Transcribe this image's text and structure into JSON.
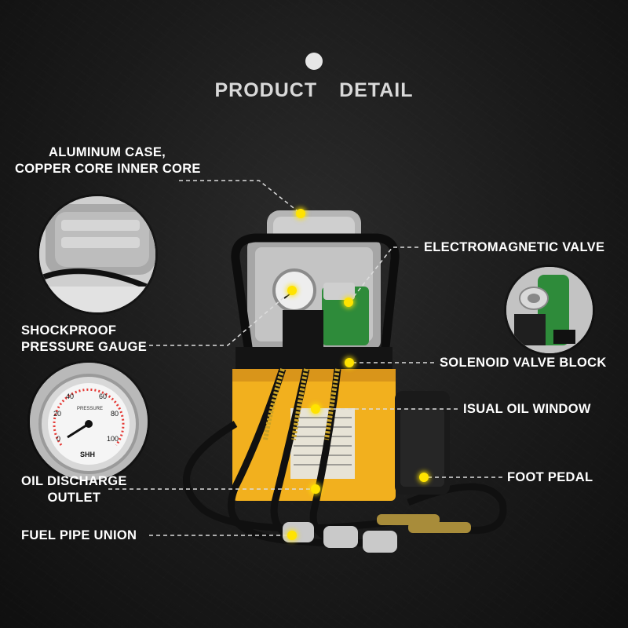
{
  "header": {
    "title_word1": "PRODUCT",
    "title_word2": "DETAIL"
  },
  "labels": {
    "aluminum_case_line1": "ALUMINUM CASE,",
    "aluminum_case_line2": "COPPER CORE INNER CORE",
    "electromagnetic_valve": "ELECTROMAGNETIC VALVE",
    "shockproof_line1": "SHOCKPROOF",
    "shockproof_line2": "PRESSURE GAUGE",
    "solenoid_valve_block": "SOLENOID VALVE BLOCK",
    "oil_window": "ISUAL OIL WINDOW",
    "oil_discharge_line1": "OIL DISCHARGE",
    "oil_discharge_line2": "OUTLET",
    "foot_pedal": "FOOT PEDAL",
    "fuel_pipe_union": "FUEL PIPE UNION"
  },
  "gauge": {
    "brand": "SHH",
    "unit": "PRESSURE",
    "ticks": [
      "0",
      "20",
      "40",
      "60",
      "80",
      "100"
    ]
  },
  "colors": {
    "accent": "#ffe300",
    "pump_body": "#f2b01e",
    "valve_green": "#2e8b3a",
    "background": "#1c1c1c"
  }
}
